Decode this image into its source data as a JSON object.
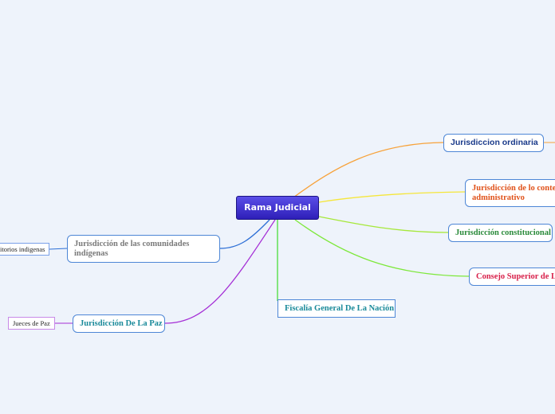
{
  "root": {
    "label": "Rama Judicial"
  },
  "branches": {
    "ordinaria": {
      "label": "Jurisdiccion ordinaria",
      "color": "#f7a23a"
    },
    "contencioso": {
      "label_line1": "Jurisdicción de lo conten",
      "label_line2": "administrativo",
      "color": "#f5e63a"
    },
    "constitucional": {
      "label": "Jurisdicción constitucional",
      "color": "#a6e83a"
    },
    "consejo": {
      "label": "Consejo Superior de La",
      "color": "#7de83a"
    },
    "fiscalia": {
      "label": "Fiscalía General De La Nación",
      "color": "#4ade3a"
    },
    "comunidades": {
      "label_line1": "Jurisdicción de las comunidades",
      "label_line2": "indígenas",
      "color": "#2d6fd6",
      "leaf": "itorios indigenas"
    },
    "paz": {
      "label": "Jurisdicción De La Paz",
      "color": "#a52fd6",
      "leaf": "Jueces de Paz"
    }
  },
  "text_colors": {
    "ordinaria": "#1a3a8a",
    "contencioso": "#e0521a",
    "constitucional": "#2a8a3a",
    "consejo": "#d8204a",
    "fiscalia": "#1a8a9a",
    "comunidades": "#7a7a7a",
    "paz": "#1a8a9a"
  }
}
